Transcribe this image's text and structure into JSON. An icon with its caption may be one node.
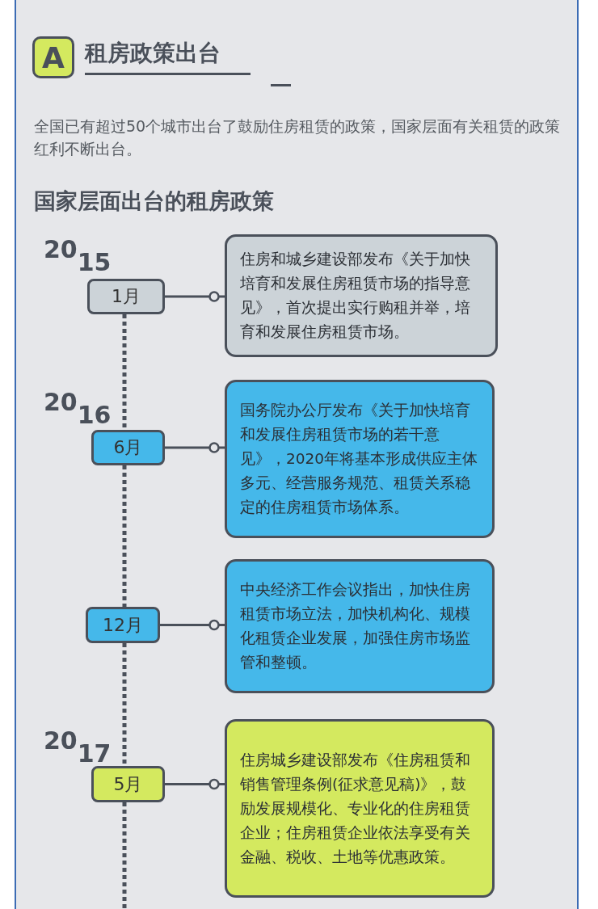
{
  "diagram": {
    "title": "租房政策出台",
    "nodes": [
      {
        "text": [
          "A"
        ]
      },
      {
        "text": [
          "1月"
        ],
        "beside": [
          "20$_{15}$"
        ]
      },
      {
        "text": [
          "住房和城乡建设部发布《关于加快培育和发展住房租赁市场的指导意见》，首次提出实行购租并举，培育和发展住房租赁市场。"
        ]
      },
      {
        "text": [
          "6月"
        ],
        "beside": [
          "20$_{16}$"
        ]
      },
      {
        "text": [
          "国务院办公厅发布《关于加快培育和发展住房租赁市场的若干意见》，2020年将基本形成供应主体多元、经营服务规范、租赁关系稳定的住房租赁市场体系。"
        ]
      },
      {
        "text": [
          "12月"
        ]
      },
      {
        "text": [
          "中央经济工作会议指出，加快住房租赁市场立法，加快机构化、规模化租赁企业发展，加强住房市场监管和整顿。"
        ]
      },
      {
        "text": [
          "5月"
        ],
        "beside": [
          "20$_{17}$"
        ]
      },
      {
        "text": [
          "住房城乡建设部发布《住房租赁和销售管理条例(征求意见稿)》，鼓励发展规模化、专业化的住房租赁企业；住房租赁企业依法享受有关金融、税收、土地等优惠政策。"
        ]
      }
    ],
    "edges": [
      {
        "from": 1,
        "to": 2,
        "arrow": "other"
      },
      {
        "from": 3,
        "to": 4,
        "arrow": "other"
      },
      {
        "from": 5,
        "to": 6,
        "arrow": "other"
      },
      {
        "from": 7,
        "to": 8,
        "arrow": "other"
      },
      {
        "from": 1,
        "to": 3,
        "arrow": "none",
        "style": "dashed"
      },
      {
        "from": 3,
        "to": 5,
        "arrow": "none",
        "style": "dashed"
      },
      {
        "from": 5,
        "to": 7,
        "arrow": "none",
        "style": "dashed"
      },
      {
        "from": 7,
        "to": null,
        "arrow": "none",
        "style": "dashed"
      }
    ],
    "labels": [
      "全国已有超过50个城市出台了鼓励住房租赁的政策，国家层面有关租赁的政策红利不断出台。",
      "国家层面出台的租房政策"
    ]
  }
}
